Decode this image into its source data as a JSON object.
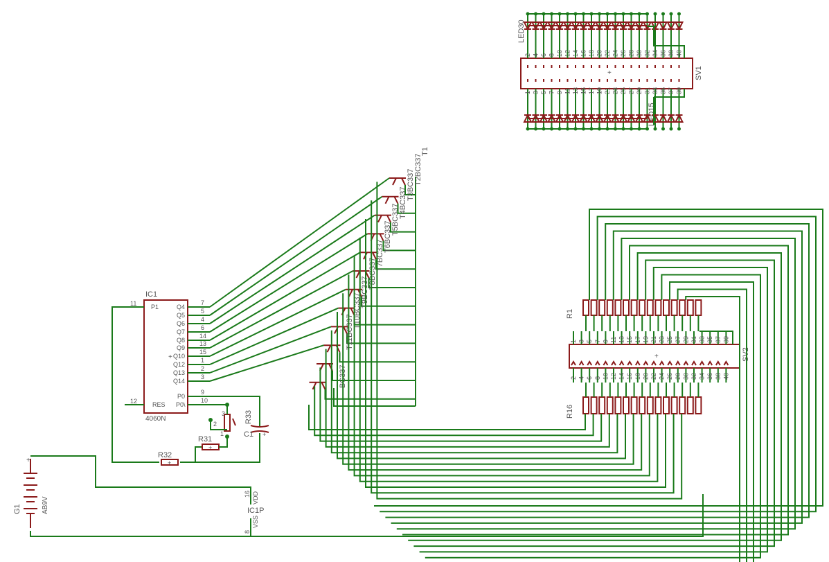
{
  "ic1": {
    "ref": "IC1",
    "value": "4060N",
    "pins_left": [
      {
        "num": "11",
        "name": "P1"
      },
      {
        "num": "12",
        "name": "RES"
      }
    ],
    "pins_right": [
      {
        "num": "7",
        "name": "Q4"
      },
      {
        "num": "5",
        "name": "Q5"
      },
      {
        "num": "4",
        "name": "Q6"
      },
      {
        "num": "6",
        "name": "Q7"
      },
      {
        "num": "14",
        "name": "Q8"
      },
      {
        "num": "13",
        "name": "Q9"
      },
      {
        "num": "15",
        "name": "Q10"
      },
      {
        "num": "1",
        "name": "Q12"
      },
      {
        "num": "2",
        "name": "Q13"
      },
      {
        "num": "3",
        "name": "Q14"
      },
      {
        "num": "9",
        "name": "P0"
      },
      {
        "num": "10",
        "name": "P0\\"
      }
    ],
    "power_ref": "IC1P",
    "vdd": {
      "num": "16",
      "name": "VDD"
    },
    "vss": {
      "num": "8",
      "name": "VSS"
    }
  },
  "passives": {
    "r31": "R31",
    "r32": "R32",
    "r33": "R33",
    "c1": "C1",
    "trim_pins": [
      "1",
      "2",
      "3"
    ],
    "battery_ref": "G1",
    "battery_value": "AB9V"
  },
  "transistors": {
    "value": "BC337",
    "top_labels": [
      "T1",
      "T2BC337",
      "T3BC337",
      "T4BC337",
      "T5BC337",
      "T6BC337",
      "T7BC337",
      "T8BC337",
      "T9BC337",
      "T10BC337",
      "T11BC337"
    ]
  },
  "sv1": {
    "ref": "SV1",
    "top_pins": [
      "2",
      "4",
      "6",
      "8",
      "10",
      "12",
      "14",
      "16",
      "18",
      "20",
      "22",
      "24",
      "26",
      "28",
      "30",
      "32",
      "34",
      "36",
      "38",
      "40"
    ],
    "bottom_pins": [
      "1",
      "3",
      "5",
      "7",
      "9",
      "11",
      "13",
      "15",
      "17",
      "19",
      "21",
      "23",
      "25",
      "27",
      "29",
      "31",
      "33",
      "35",
      "37",
      "39"
    ]
  },
  "leds": {
    "top_ref": "LED30",
    "bottom_ref": "LED15"
  },
  "sv2": {
    "ref": "SV2",
    "top_pins": [
      "1",
      "3",
      "5",
      "7",
      "9",
      "11",
      "13",
      "15",
      "17",
      "19",
      "21",
      "23",
      "25",
      "27",
      "29",
      "31",
      "33",
      "35",
      "37",
      "39"
    ],
    "bottom_pins": [
      "2",
      "4",
      "6",
      "8",
      "10",
      "12",
      "14",
      "16",
      "18",
      "20",
      "22",
      "24",
      "26",
      "28",
      "30",
      "32",
      "34",
      "36",
      "38",
      "40"
    ]
  },
  "resistor_arrays": {
    "top_ref": "R1",
    "bottom_ref": "R16"
  },
  "colors": {
    "wire": "#1a7a1a",
    "part": "#8b1a1a",
    "label": "#555555",
    "background": "#ffffff"
  }
}
